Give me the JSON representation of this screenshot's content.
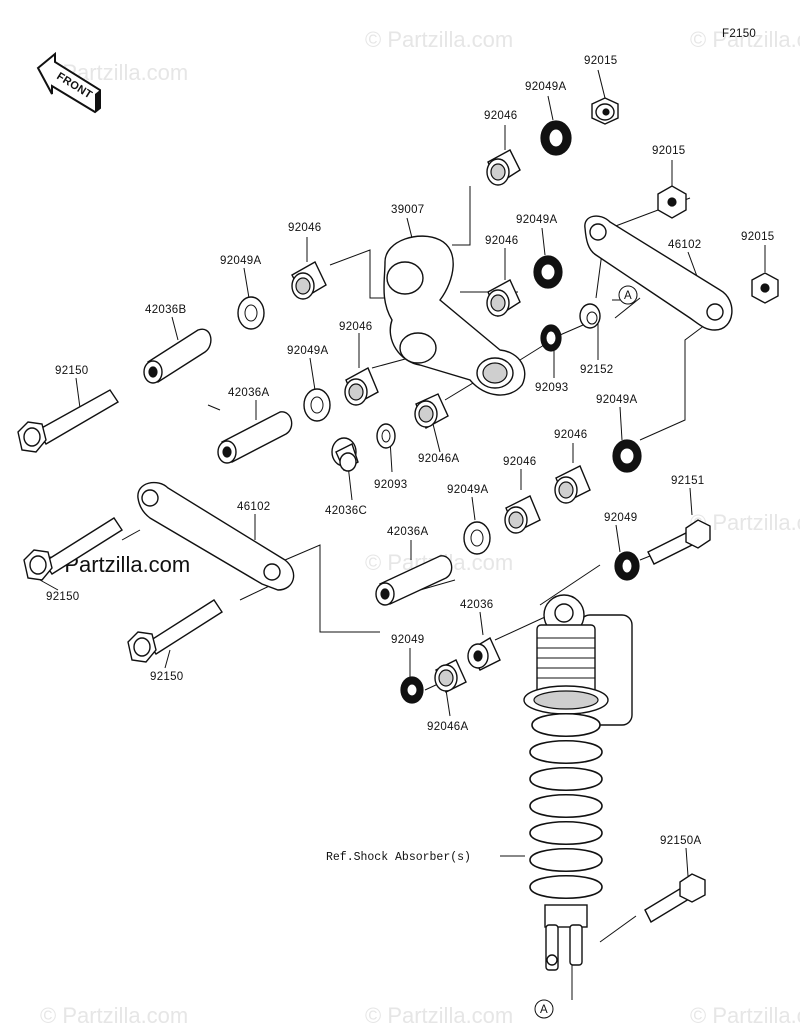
{
  "diagram_code": "F2150",
  "front_label": "FRONT",
  "watermark": "© Partzilla.com",
  "ref_note": "Ref.Shock Absorber(s)",
  "callout_letter": "A",
  "labels": {
    "p92015_a": "92015",
    "p92049A_a": "92049A",
    "p92046_a": "92046",
    "p92015_b": "92015",
    "p39007": "39007",
    "p92046_b": "92046",
    "p92049A_b": "92049A",
    "p92049A_c": "92049A",
    "p46102_a": "46102",
    "p92015_c": "92015",
    "p92046_c": "92046",
    "p42036B": "42036B",
    "p92150_a": "92150",
    "p92046_d": "92046",
    "p92049A_d": "92049A",
    "p92093_a": "92093",
    "p92152": "92152",
    "p42036A_a": "42036A",
    "p92049A_e": "92049A",
    "p92093_b": "92093",
    "p92046A_a": "92046A",
    "p42036C": "42036C",
    "p92046_e": "92046",
    "p92046_f": "92046",
    "p92049A_f": "92049A",
    "p92151": "92151",
    "p46102_b": "46102",
    "p92049": "92049",
    "p42036A_b": "42036A",
    "p92150_b": "92150",
    "p42036": "42036",
    "p92150_c": "92150",
    "p92049_b": "92049",
    "p92046A_b": "92046A",
    "p92150A": "92150A"
  }
}
